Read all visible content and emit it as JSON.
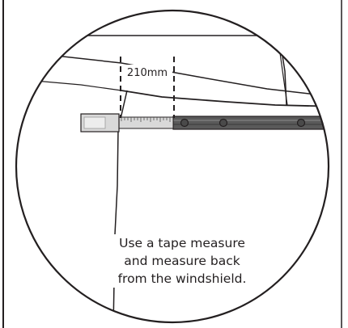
{
  "measurement": {
    "label": "210mm"
  },
  "caption": {
    "line1": "Use a tape measure",
    "line2": "and measure back",
    "line3": "from the windshield."
  },
  "colors": {
    "ink": "#231f20",
    "rail_fill": "#5a5a5a",
    "tape_fill": "#d9d9d9",
    "background": "#ffffff"
  }
}
